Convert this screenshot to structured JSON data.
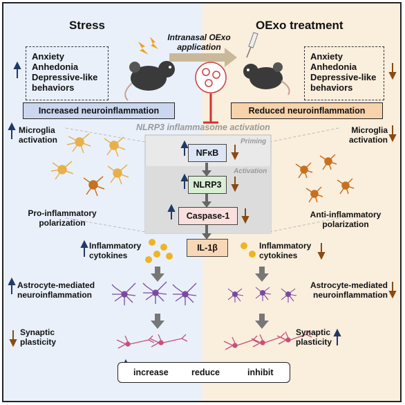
{
  "left": {
    "heading": "Stress",
    "symptoms": [
      "Anxiety",
      "Anhedonia",
      "Depressive-like",
      "behaviors"
    ],
    "banner": "Increased neuroinflammation",
    "microglia": [
      "Microglia",
      "activation"
    ],
    "polarization": [
      "Pro-inflammatory",
      "polarization"
    ],
    "cytokines": [
      "Inflammatory",
      "cytokines"
    ],
    "astrocyte": [
      "Astrocyte-mediated",
      "neuroinflammation"
    ],
    "synaptic": [
      "Synaptic",
      "plasticity"
    ]
  },
  "right": {
    "heading": "OExo treatment",
    "symptoms": [
      "Anxiety",
      "Anhedonia",
      "Depressive-like",
      "behaviors"
    ],
    "banner": "Reduced neuroinflammation",
    "microglia": [
      "Microglia",
      "activation"
    ],
    "polarization": [
      "Anti-inflammatory",
      "polarization"
    ],
    "cytokines": [
      "Inflammatory",
      "cytokines"
    ],
    "astrocyte": [
      "Astrocyte-mediated",
      "neuroinflammation"
    ],
    "synaptic": [
      "Synaptic",
      "plasticity"
    ]
  },
  "application": [
    "Intranasal OExo",
    "application"
  ],
  "pathway": {
    "title": "NLRP3 inflammasome activation",
    "priming": "Priming",
    "activation": "Activation",
    "nodes": [
      "NFκB",
      "NLRP3",
      "Caspase-1",
      "IL-1β"
    ]
  },
  "legend": {
    "increase": "increase",
    "reduce": "reduce",
    "inhibit": "inhibit"
  },
  "colors": {
    "up_arrow": "#1f3a68",
    "down_arrow": "#8a4a12",
    "inhibit": "#d32f2f",
    "microglia_left": "#e8b04a",
    "microglia_right": "#c8701e",
    "astrocyte": "#7b4aa0",
    "neuron": "#c4527a",
    "cytokine": "#f0b323"
  }
}
